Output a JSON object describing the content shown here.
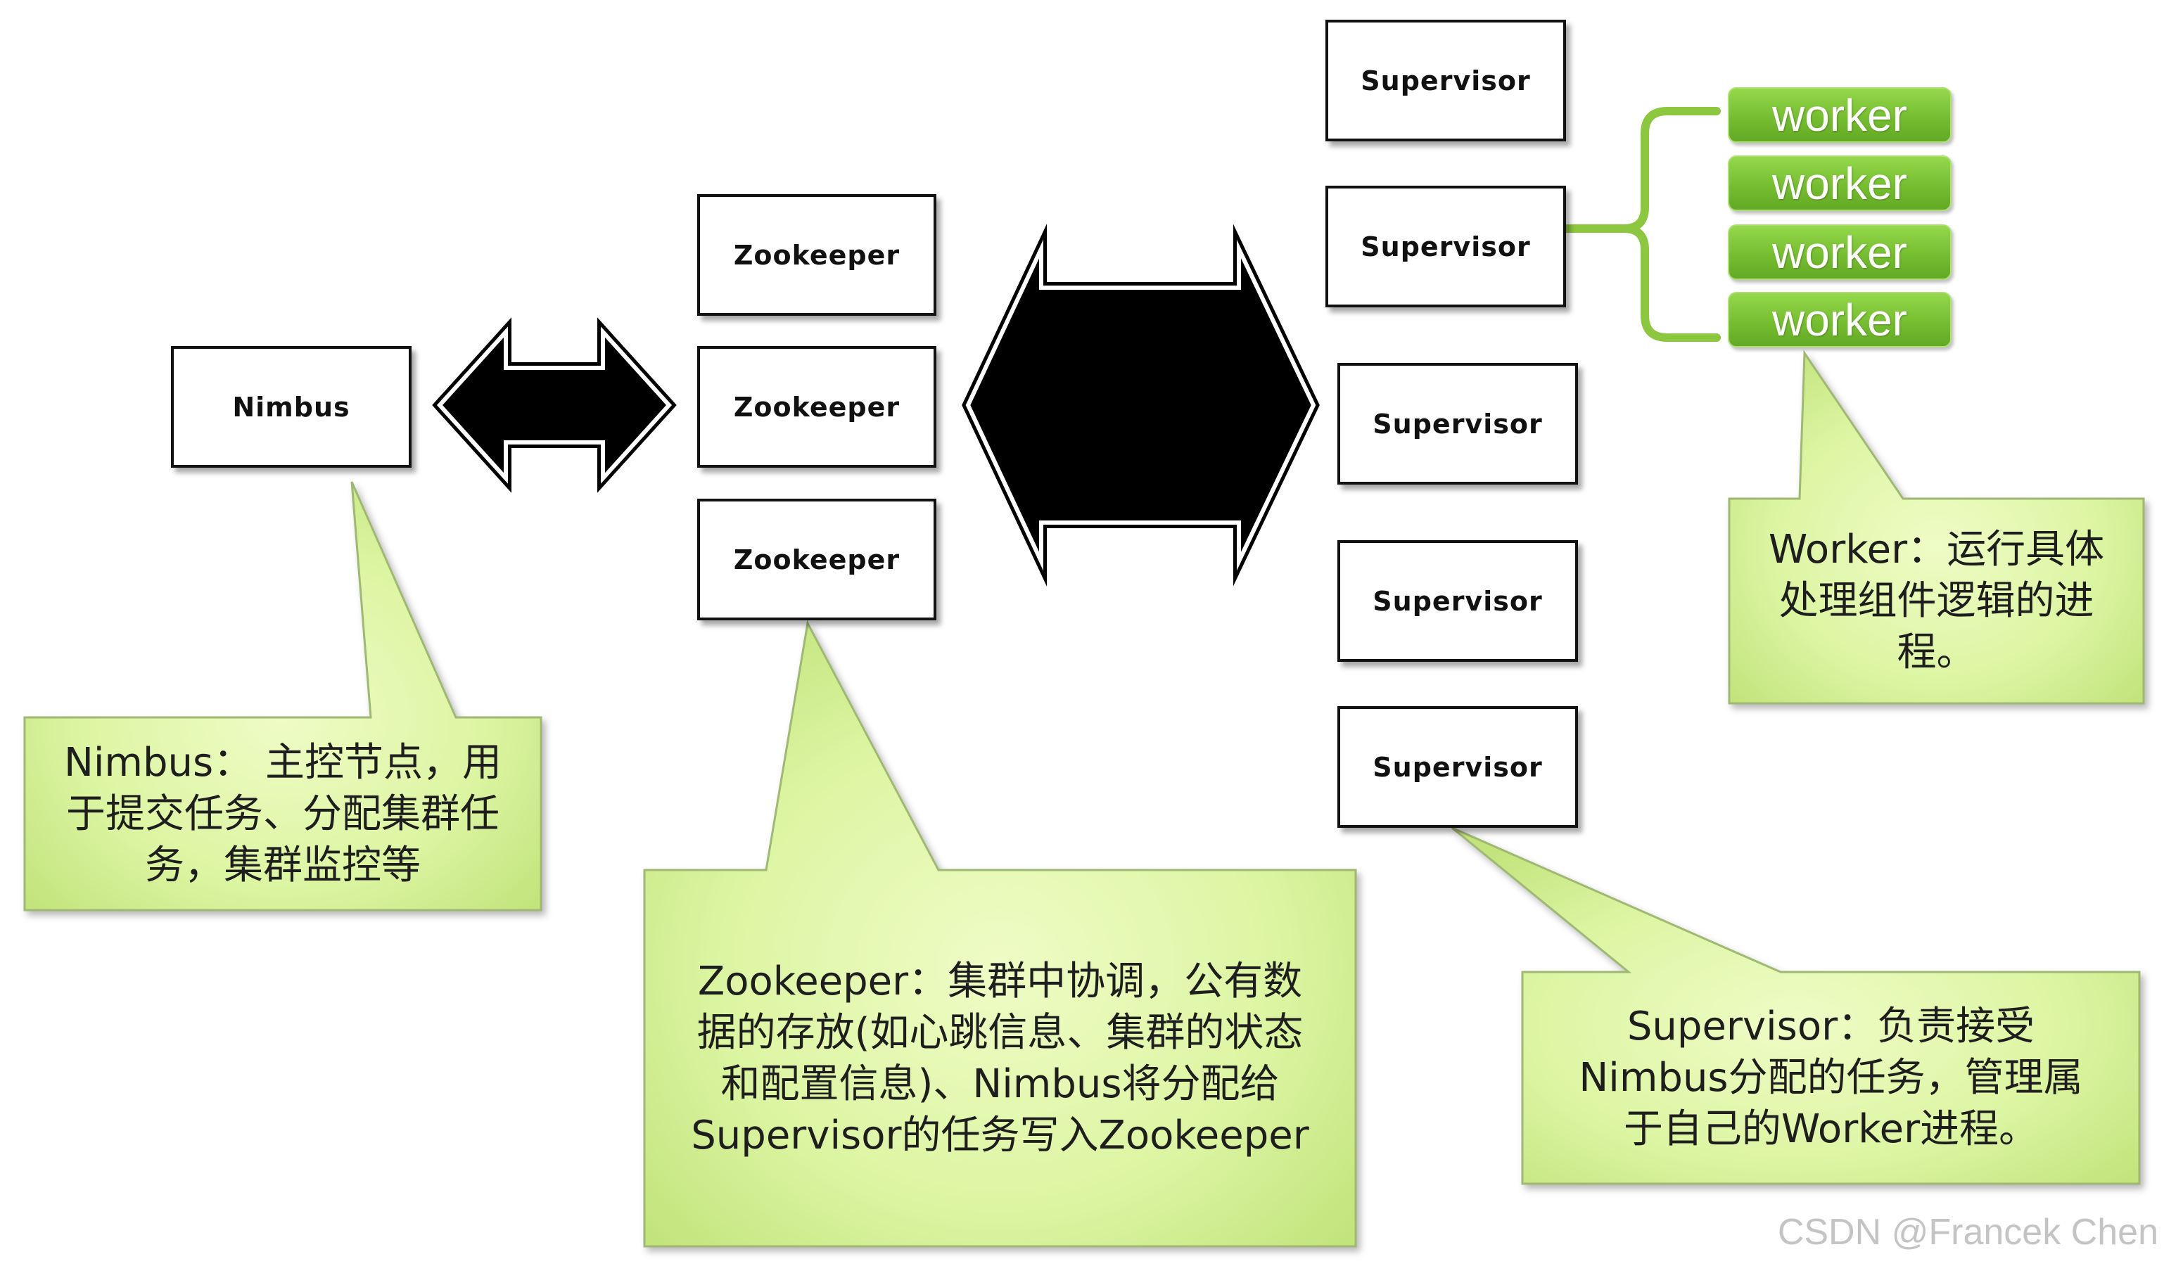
{
  "nimbus": {
    "label": "Nimbus"
  },
  "zookeepers": [
    {
      "label": "Zookeeper"
    },
    {
      "label": "Zookeeper"
    },
    {
      "label": "Zookeeper"
    }
  ],
  "supervisors": [
    {
      "label": "Supervisor"
    },
    {
      "label": "Supervisor"
    },
    {
      "label": "Supervisor"
    },
    {
      "label": "Supervisor"
    },
    {
      "label": "Supervisor"
    }
  ],
  "workers": [
    {
      "label": "worker"
    },
    {
      "label": "worker"
    },
    {
      "label": "worker"
    },
    {
      "label": "worker"
    }
  ],
  "callouts": {
    "nimbus": {
      "lines": [
        "Nimbus： 主控节点，用",
        "于提交任务、分配集群任",
        "务，集群监控等"
      ]
    },
    "zookeeper": {
      "lines": [
        "Zookeeper：集群中协调，公有数",
        "据的存放(如心跳信息、集群的状态",
        "和配置信息)、Nimbus将分配给",
        "Supervisor的任务写入Zookeeper"
      ]
    },
    "supervisor": {
      "lines": [
        "Supervisor：负责接受",
        "Nimbus分配的任务，管理属",
        "于自己的Worker进程。"
      ]
    },
    "worker": {
      "lines": [
        "Worker：运行具体",
        "处理组件逻辑的进",
        "程。"
      ]
    }
  },
  "watermark": "CSDN @Francek Chen",
  "colors": {
    "bracket": "#8dc63f",
    "worker_fill": "#76be30",
    "callout_fill": "#dcf5a2",
    "node_border": "#111111",
    "arrow": "#000000"
  }
}
